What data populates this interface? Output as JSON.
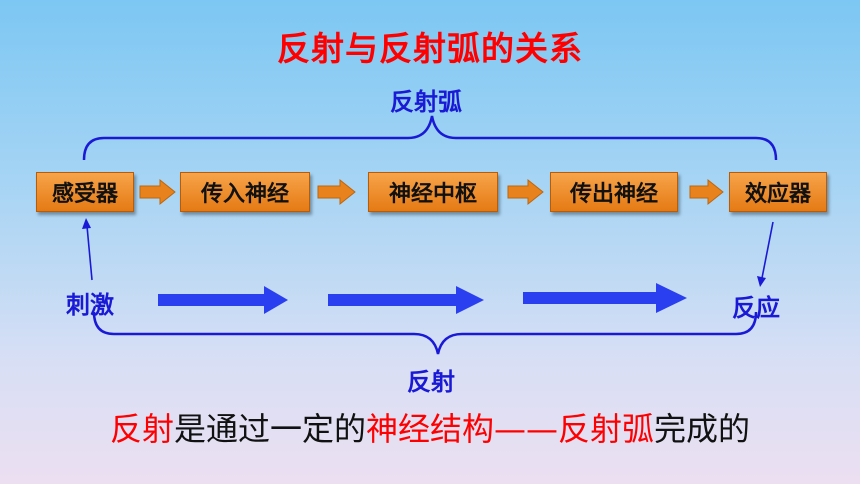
{
  "title": "反射与反射弧的关系",
  "top_brace_label": "反射弧",
  "bottom_brace_label": "反射",
  "nodes": [
    {
      "label": "感受器"
    },
    {
      "label": "传入神经"
    },
    {
      "label": "神经中枢"
    },
    {
      "label": "传出神经"
    },
    {
      "label": "效应器"
    }
  ],
  "stimulus_label": "刺激",
  "response_label": "反应",
  "sentence": {
    "p1": "反射",
    "p2": "是通过一定的",
    "p3": "神经结构",
    "p4": "——",
    "p5": "反射弧",
    "p6": "完成的"
  },
  "colors": {
    "title": "#ff0000",
    "labels": "#1a1ad6",
    "node_fill": "#e8821c",
    "arrow_orange": "#e57a14",
    "arrow_blue": "#2a3ff0"
  }
}
